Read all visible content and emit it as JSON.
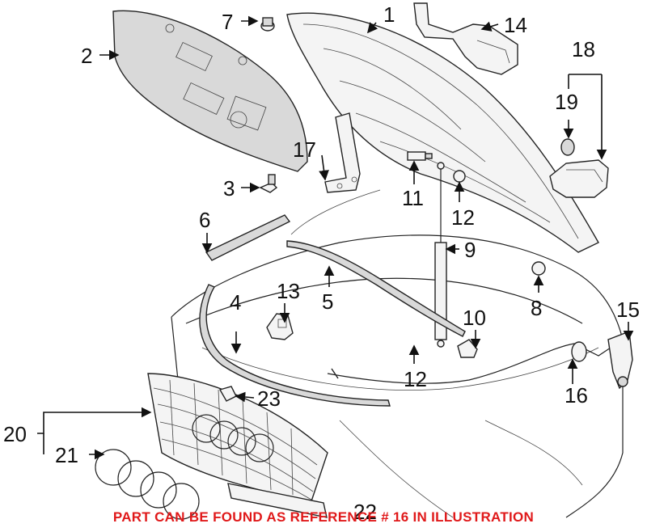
{
  "callouts": [
    {
      "id": "c1",
      "text": "1"
    },
    {
      "id": "c2",
      "text": "2"
    },
    {
      "id": "c3",
      "text": "3"
    },
    {
      "id": "c4",
      "text": "4"
    },
    {
      "id": "c5",
      "text": "5"
    },
    {
      "id": "c6",
      "text": "6"
    },
    {
      "id": "c7",
      "text": "7"
    },
    {
      "id": "c8",
      "text": "8"
    },
    {
      "id": "c9",
      "text": "9"
    },
    {
      "id": "c10",
      "text": "10"
    },
    {
      "id": "c11",
      "text": "11"
    },
    {
      "id": "c12a",
      "text": "12"
    },
    {
      "id": "c12b",
      "text": "12"
    },
    {
      "id": "c13",
      "text": "13"
    },
    {
      "id": "c14",
      "text": "14"
    },
    {
      "id": "c15",
      "text": "15"
    },
    {
      "id": "c16",
      "text": "16"
    },
    {
      "id": "c17",
      "text": "17"
    },
    {
      "id": "c18",
      "text": "18"
    },
    {
      "id": "c19",
      "text": "19"
    },
    {
      "id": "c20",
      "text": "20"
    },
    {
      "id": "c21",
      "text": "21"
    },
    {
      "id": "c22",
      "text": "22"
    },
    {
      "id": "c23",
      "text": "23"
    }
  ],
  "footer_note": "PART CAN BE FOUND AS REFERENCE # 16 IN ILLUSTRATION",
  "colors": {
    "footer_note": "#e0191a",
    "ink": "#111111"
  }
}
